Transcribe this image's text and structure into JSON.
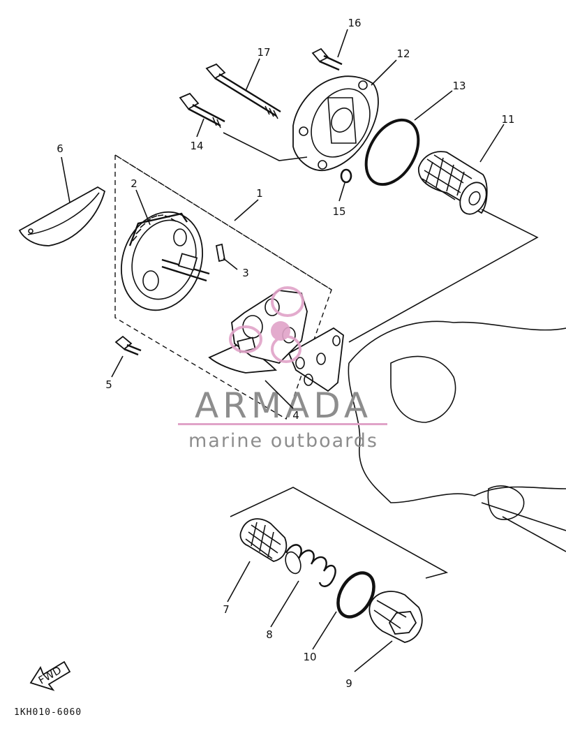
{
  "callouts": [
    {
      "id": "c1",
      "label": "1"
    },
    {
      "id": "c2",
      "label": "2"
    },
    {
      "id": "c3",
      "label": "3"
    },
    {
      "id": "c4",
      "label": "4"
    },
    {
      "id": "c5",
      "label": "5"
    },
    {
      "id": "c6",
      "label": "6"
    },
    {
      "id": "c7",
      "label": "7"
    },
    {
      "id": "c8",
      "label": "8"
    },
    {
      "id": "c9",
      "label": "9"
    },
    {
      "id": "c10",
      "label": "10"
    },
    {
      "id": "c11",
      "label": "11"
    },
    {
      "id": "c12",
      "label": "12"
    },
    {
      "id": "c13",
      "label": "13"
    },
    {
      "id": "c14",
      "label": "14"
    },
    {
      "id": "c15",
      "label": "15"
    },
    {
      "id": "c16",
      "label": "16"
    },
    {
      "id": "c17",
      "label": "17"
    }
  ],
  "fwd_label": "FWD",
  "part_code": "1KH010-6060",
  "watermark": {
    "brand": "ARMADA",
    "tagline": "marine outboards",
    "accent_color": "#e0a3c8",
    "text_color": "#8d8d8d"
  }
}
